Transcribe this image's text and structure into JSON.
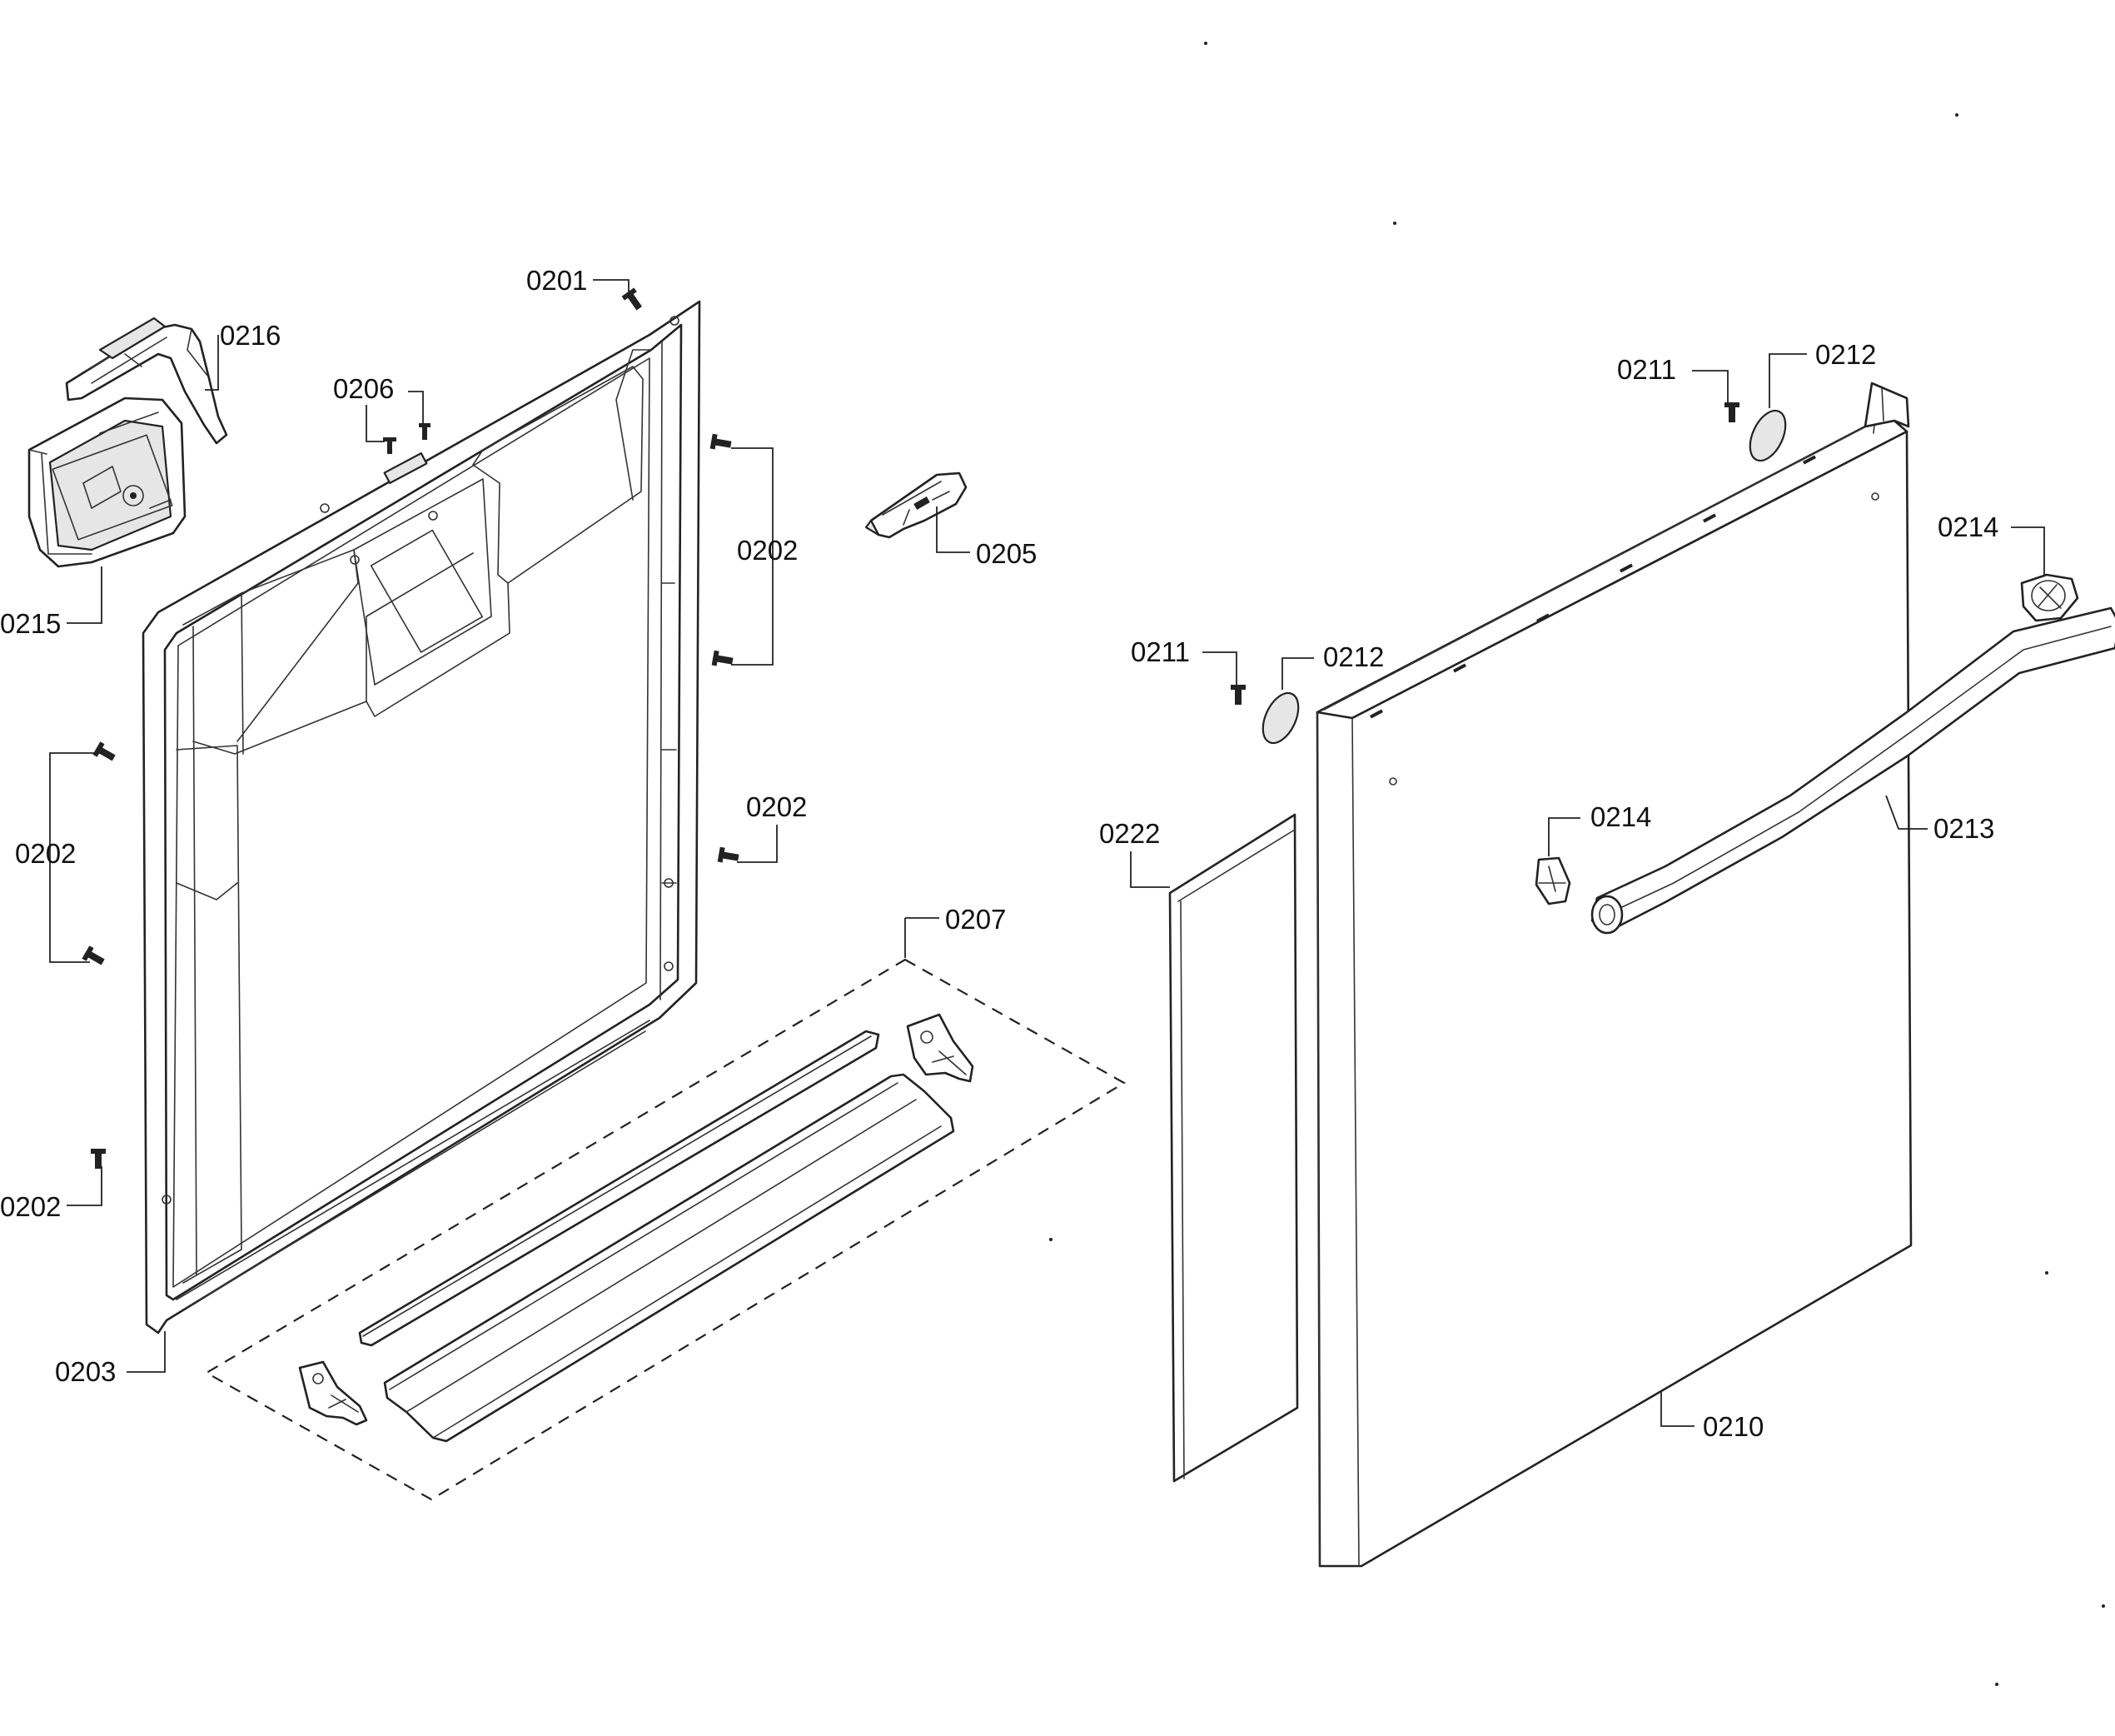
{
  "diagram": {
    "type": "exploded-parts-view",
    "part_labels": [
      {
        "id": "p0201",
        "text": "0201"
      },
      {
        "id": "p0216",
        "text": "0216"
      },
      {
        "id": "p0206",
        "text": "0206"
      },
      {
        "id": "p0202a",
        "text": "0202"
      },
      {
        "id": "p0205",
        "text": "0205"
      },
      {
        "id": "p0215",
        "text": "0215"
      },
      {
        "id": "p0202b",
        "text": "0202"
      },
      {
        "id": "p0202c",
        "text": "0202"
      },
      {
        "id": "p0207",
        "text": "0207"
      },
      {
        "id": "p0202d",
        "text": "0202"
      },
      {
        "id": "p0203",
        "text": "0203"
      },
      {
        "id": "p0211a",
        "text": "0211"
      },
      {
        "id": "p0212a",
        "text": "0212"
      },
      {
        "id": "p0214a",
        "text": "0214"
      },
      {
        "id": "p0211b",
        "text": "0211"
      },
      {
        "id": "p0212b",
        "text": "0212"
      },
      {
        "id": "p0214b",
        "text": "0214"
      },
      {
        "id": "p0213",
        "text": "0213"
      },
      {
        "id": "p0222",
        "text": "0222"
      },
      {
        "id": "p0210",
        "text": "0210"
      }
    ]
  }
}
